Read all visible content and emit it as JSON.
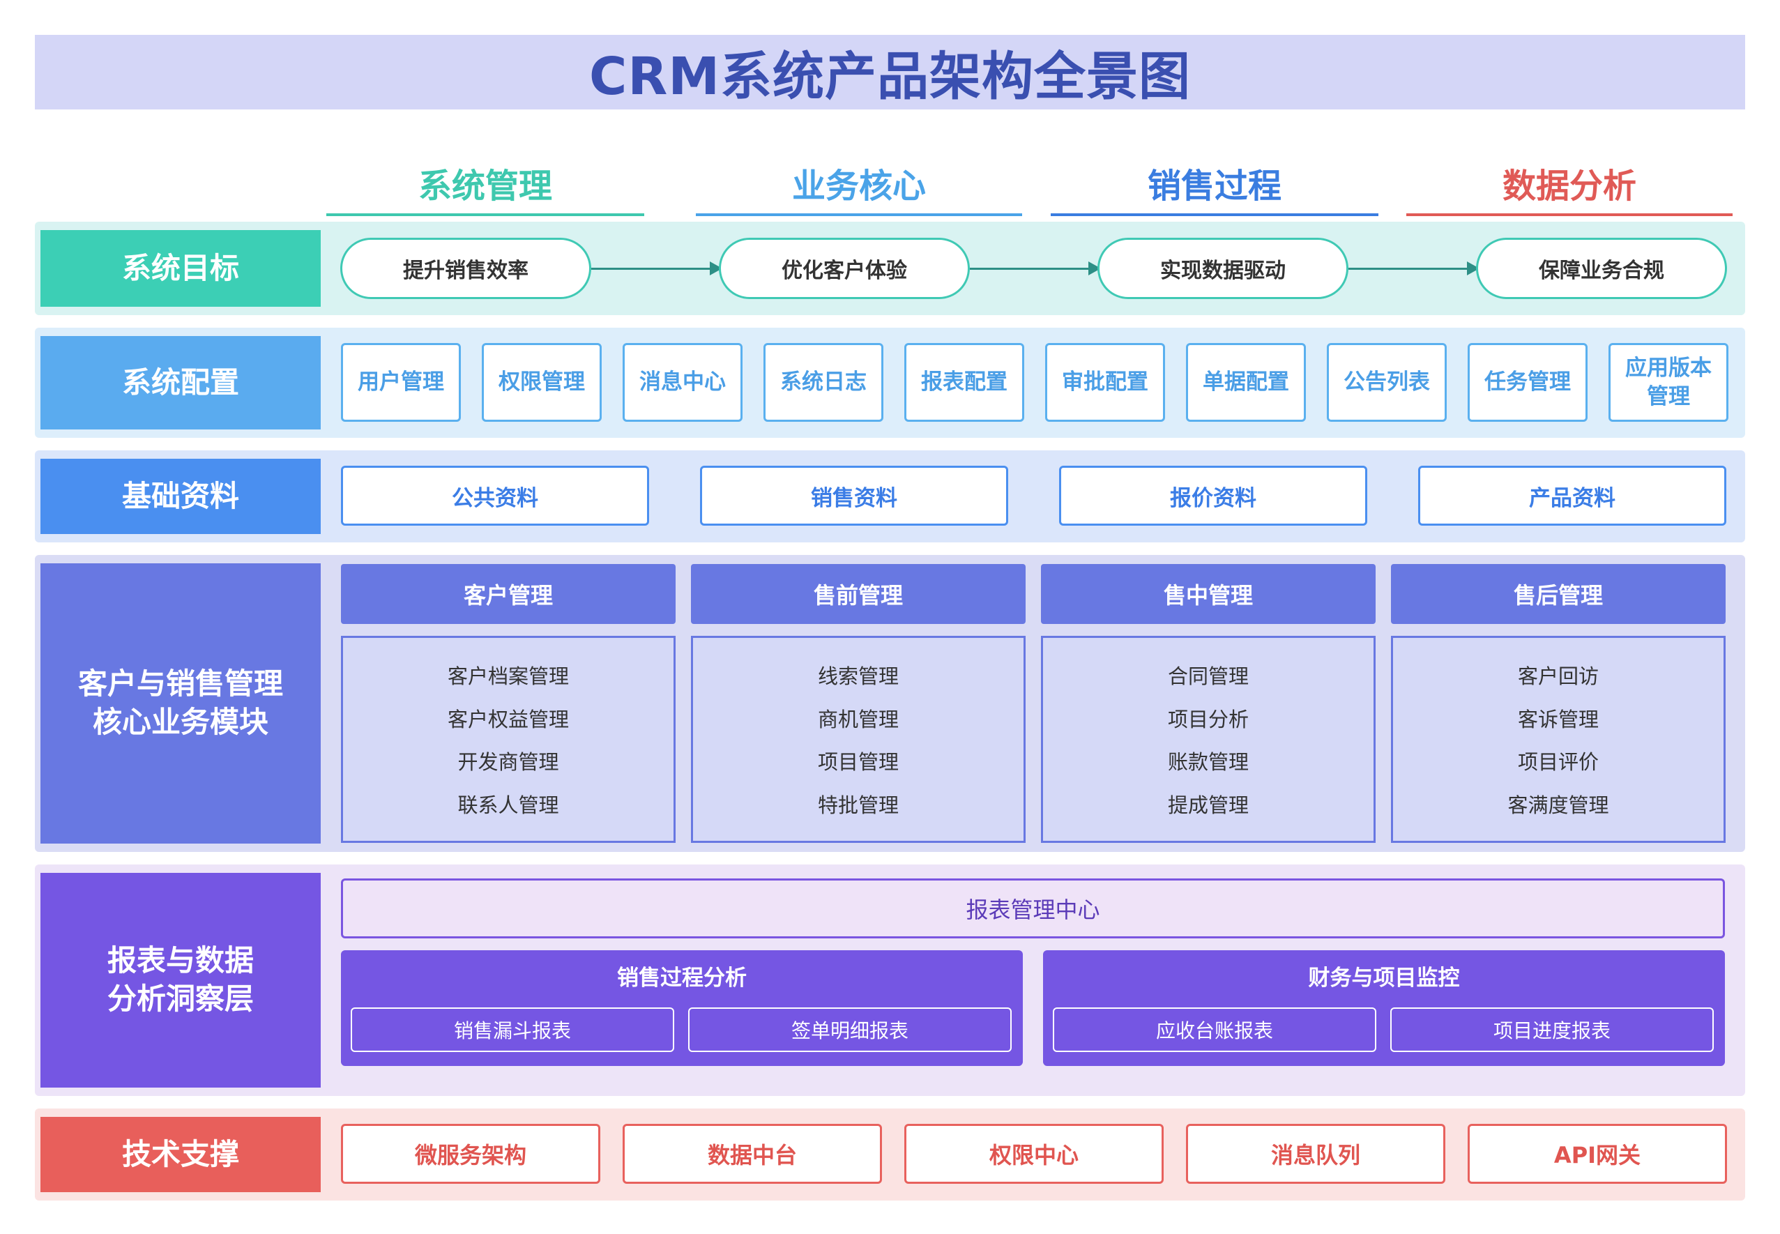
{
  "title": "CRM系统产品架构全景图",
  "columns": [
    {
      "label": "系统管理",
      "color": "#3ec8ae"
    },
    {
      "label": "业务核心",
      "color": "#4aa3e8"
    },
    {
      "label": "销售过程",
      "color": "#3a7de0"
    },
    {
      "label": "数据分析",
      "color": "#e05a56"
    }
  ],
  "goals": {
    "label": "系统目标",
    "items": [
      "提升销售效率",
      "优化客户体验",
      "实现数据驱动",
      "保障业务合规"
    ]
  },
  "config": {
    "label": "系统配置",
    "items": [
      "用户管理",
      "权限管理",
      "消息中心",
      "系统日志",
      "报表配置",
      "审批配置",
      "单据配置",
      "公告列表",
      "任务管理",
      "应用版本管理"
    ]
  },
  "base": {
    "label": "基础资料",
    "items": [
      "公共资料",
      "销售资料",
      "报价资料",
      "产品资料"
    ]
  },
  "core": {
    "label_line1": "客户与销售管理",
    "label_line2": "核心业务模块",
    "modules": [
      {
        "title": "客户管理",
        "items": [
          "客户档案管理",
          "客户权益管理",
          "开发商管理",
          "联系人管理"
        ]
      },
      {
        "title": "售前管理",
        "items": [
          "线索管理",
          "商机管理",
          "项目管理",
          "特批管理"
        ]
      },
      {
        "title": "售中管理",
        "items": [
          "合同管理",
          "项目分析",
          "账款管理",
          "提成管理"
        ]
      },
      {
        "title": "售后管理",
        "items": [
          "客户回访",
          "客诉管理",
          "项目评价",
          "客满度管理"
        ]
      }
    ]
  },
  "reports": {
    "label_line1": "报表与数据",
    "label_line2": "分析洞察层",
    "center": "报表管理中心",
    "groups": [
      {
        "title": "销售过程分析",
        "items": [
          "销售漏斗报表",
          "签单明细报表"
        ]
      },
      {
        "title": "财务与项目监控",
        "items": [
          "应收台账报表",
          "项目进度报表"
        ]
      }
    ]
  },
  "tech": {
    "label": "技术支撑",
    "items": [
      "微服务架构",
      "数据中台",
      "权限中心",
      "消息队列",
      "API网关"
    ]
  },
  "colors": {
    "goals": "#3ccfb5",
    "config": "#5aabef",
    "base": "#4a8ff0",
    "core": "#6878e2",
    "reports": "#7556e3",
    "tech": "#e85f5b"
  }
}
